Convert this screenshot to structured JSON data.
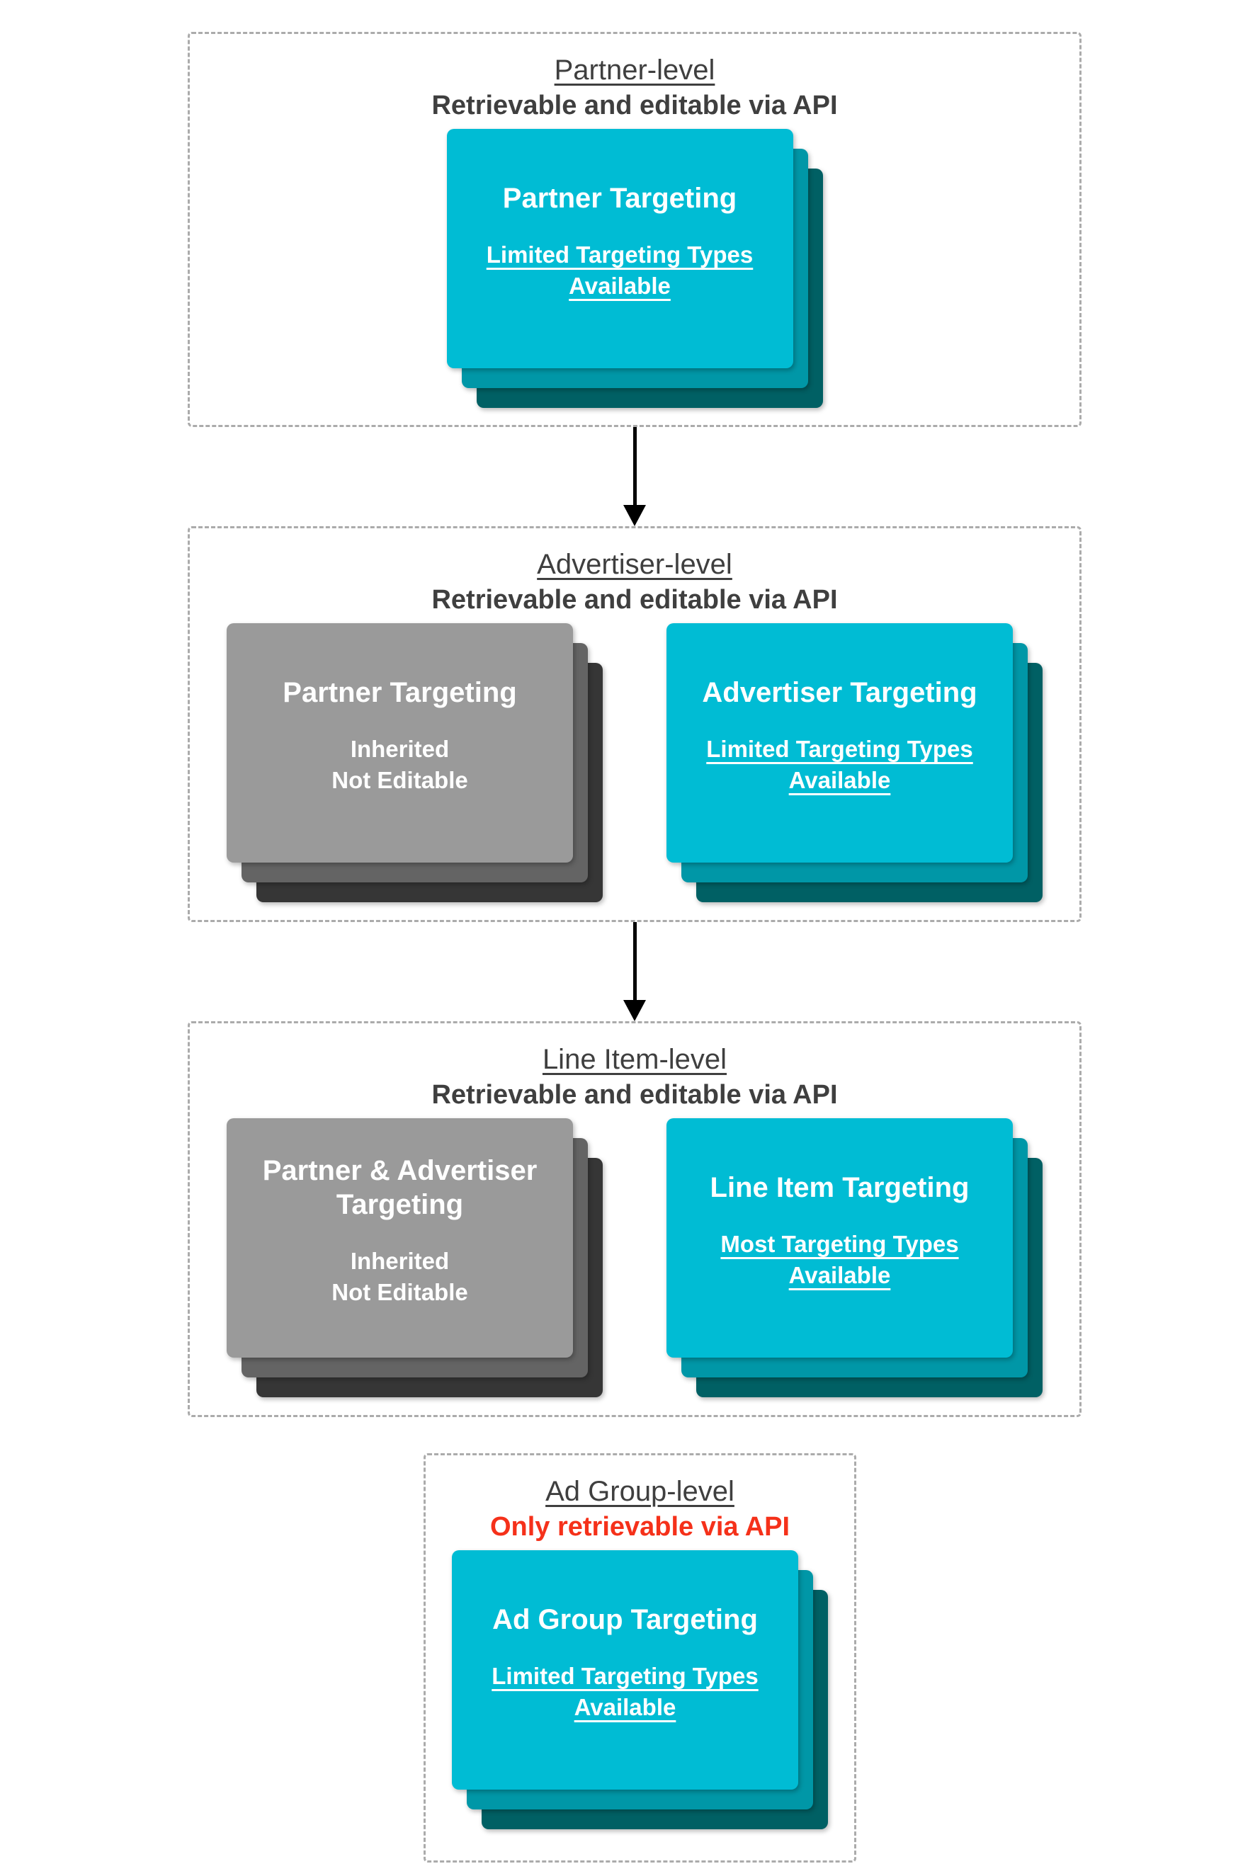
{
  "colors": {
    "background": "#ffffff",
    "box-border": "#ababab",
    "heading": "#3f3f3f",
    "red": "#f5311a",
    "teal-front": "#00bcd4",
    "teal-mid": "#0097a7",
    "teal-back": "#006064",
    "gray-front": "#9a9a9a",
    "gray-mid": "#646464",
    "gray-back": "#363636",
    "card-text": "#ffffff",
    "arrow": "#000000"
  },
  "sections": [
    {
      "title": "Partner-level",
      "subtitle": "Retrievable and editable via API",
      "cards": [
        {
          "variant": "teal",
          "title": "Partner Targeting",
          "subtitle_lines": [
            "Limited Targeting Types",
            "Available"
          ],
          "subtitle_underlined": true
        }
      ]
    },
    {
      "title": "Advertiser-level",
      "subtitle": "Retrievable and editable via API",
      "cards": [
        {
          "variant": "gray",
          "title": "Partner Targeting",
          "subtitle_lines": [
            "Inherited",
            "Not Editable"
          ],
          "subtitle_underlined": false
        },
        {
          "variant": "teal",
          "title": "Advertiser Targeting",
          "subtitle_lines": [
            "Limited Targeting Types",
            "Available"
          ],
          "subtitle_underlined": true
        }
      ]
    },
    {
      "title": "Line Item-level",
      "subtitle": "Retrievable and editable via API",
      "cards": [
        {
          "variant": "gray",
          "title": "Partner & Advertiser Targeting",
          "subtitle_lines": [
            "Inherited",
            "Not Editable"
          ],
          "subtitle_underlined": false
        },
        {
          "variant": "teal",
          "title": "Line Item Targeting",
          "subtitle_lines": [
            "Most Targeting Types",
            "Available"
          ],
          "subtitle_underlined": true
        }
      ]
    },
    {
      "title": "Ad Group-level",
      "subtitle": "Only retrievable via API",
      "subtitle_color": "#f5311a",
      "cards": [
        {
          "variant": "teal",
          "title": "Ad Group Targeting",
          "subtitle_lines": [
            "Limited Targeting Types",
            "Available"
          ],
          "subtitle_underlined": true
        }
      ]
    }
  ]
}
